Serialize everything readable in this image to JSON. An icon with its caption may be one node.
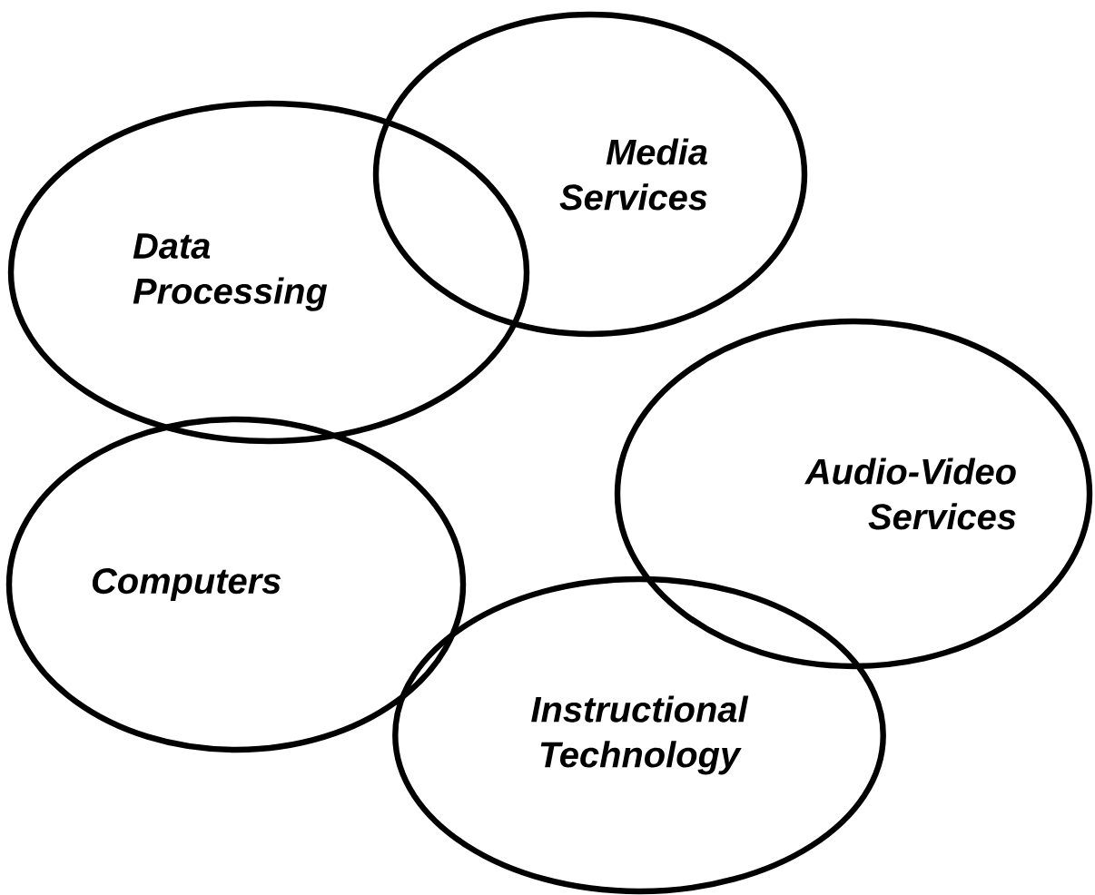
{
  "diagram": {
    "nodes": [
      {
        "text": [
          "Media Services"
        ]
      },
      {
        "text": [
          "Data Processing"
        ]
      },
      {
        "text": [
          "Audio-Video Services"
        ]
      },
      {
        "text": [
          "Computers"
        ]
      },
      {
        "text": [
          "Instructional Technology"
        ]
      }
    ]
  }
}
